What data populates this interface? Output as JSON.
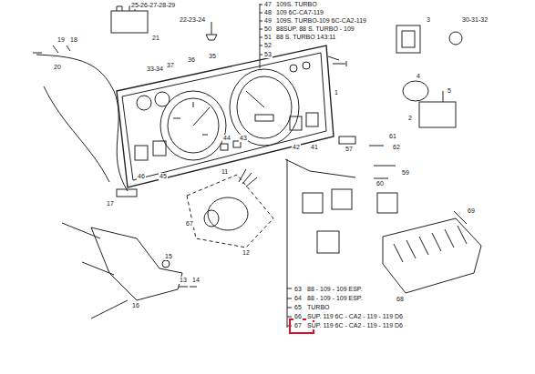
{
  "diagram": {
    "labels": [
      "47",
      "109S. TURBO",
      "48",
      "109 6C-CA7-119",
      "49",
      "109S. TURBO-109 6C-CA2-119",
      "50",
      "88SUP. 88 S. TURBO - 109",
      "51",
      "88 S. TURBO 143:11",
      "52",
      "53",
      "25-26-27-28-29",
      "21",
      "22-23-24",
      "19",
      "18",
      "20",
      "33-34",
      "37",
      "36",
      "35",
      "1",
      "3",
      "30-31-32",
      "4",
      "5",
      "2",
      "46",
      "45",
      "44",
      "43",
      "42",
      "41",
      "11",
      "67",
      "12",
      "17",
      "61",
      "62",
      "59",
      "60",
      "57",
      "16",
      "15",
      "13",
      "14",
      "69",
      "68",
      "63",
      "88 - 109 - 109 ESP.",
      "64",
      "88 - 109 - 109 ESP.",
      "65",
      "TURBO",
      "66",
      "SUP. 119 6C - CA2 - 119 - 119 D6",
      "67",
      "SUP. 119 6C - CA2 - 119 - 119 D6"
    ]
  }
}
